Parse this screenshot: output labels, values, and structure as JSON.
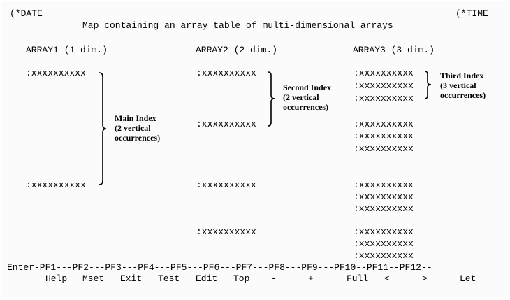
{
  "header": {
    "date_field": "(*DATE",
    "time_field": "(*TIME",
    "title": "Map containing an array table of multi-dimensional arrays"
  },
  "columns": {
    "array1_heading": "ARRAY1 (1-dim.)",
    "array2_heading": "ARRAY2 (2-dim.)",
    "array3_heading": "ARRAY3 (3-dim.)"
  },
  "field_placeholder": ":xxxxxxxxxx",
  "annotations": {
    "main_index": "Main Index\n(2 vertical\noccurrences)",
    "second_index": "Second Index\n(2 vertical\noccurrences)",
    "third_index": "Third Index\n(3 vertical\noccurrences)"
  },
  "pf_keys": {
    "enter": "Enter",
    "keys": [
      "PF1",
      "PF2",
      "PF3",
      "PF4",
      "PF5",
      "PF6",
      "PF7",
      "PF8",
      "PF9",
      "PF10",
      "PF11",
      "PF12"
    ],
    "names": [
      "Help",
      "Mset",
      "Exit",
      "Test",
      "Edit",
      "Top",
      "-",
      "+",
      "Full",
      "<",
      ">",
      "Let"
    ]
  }
}
